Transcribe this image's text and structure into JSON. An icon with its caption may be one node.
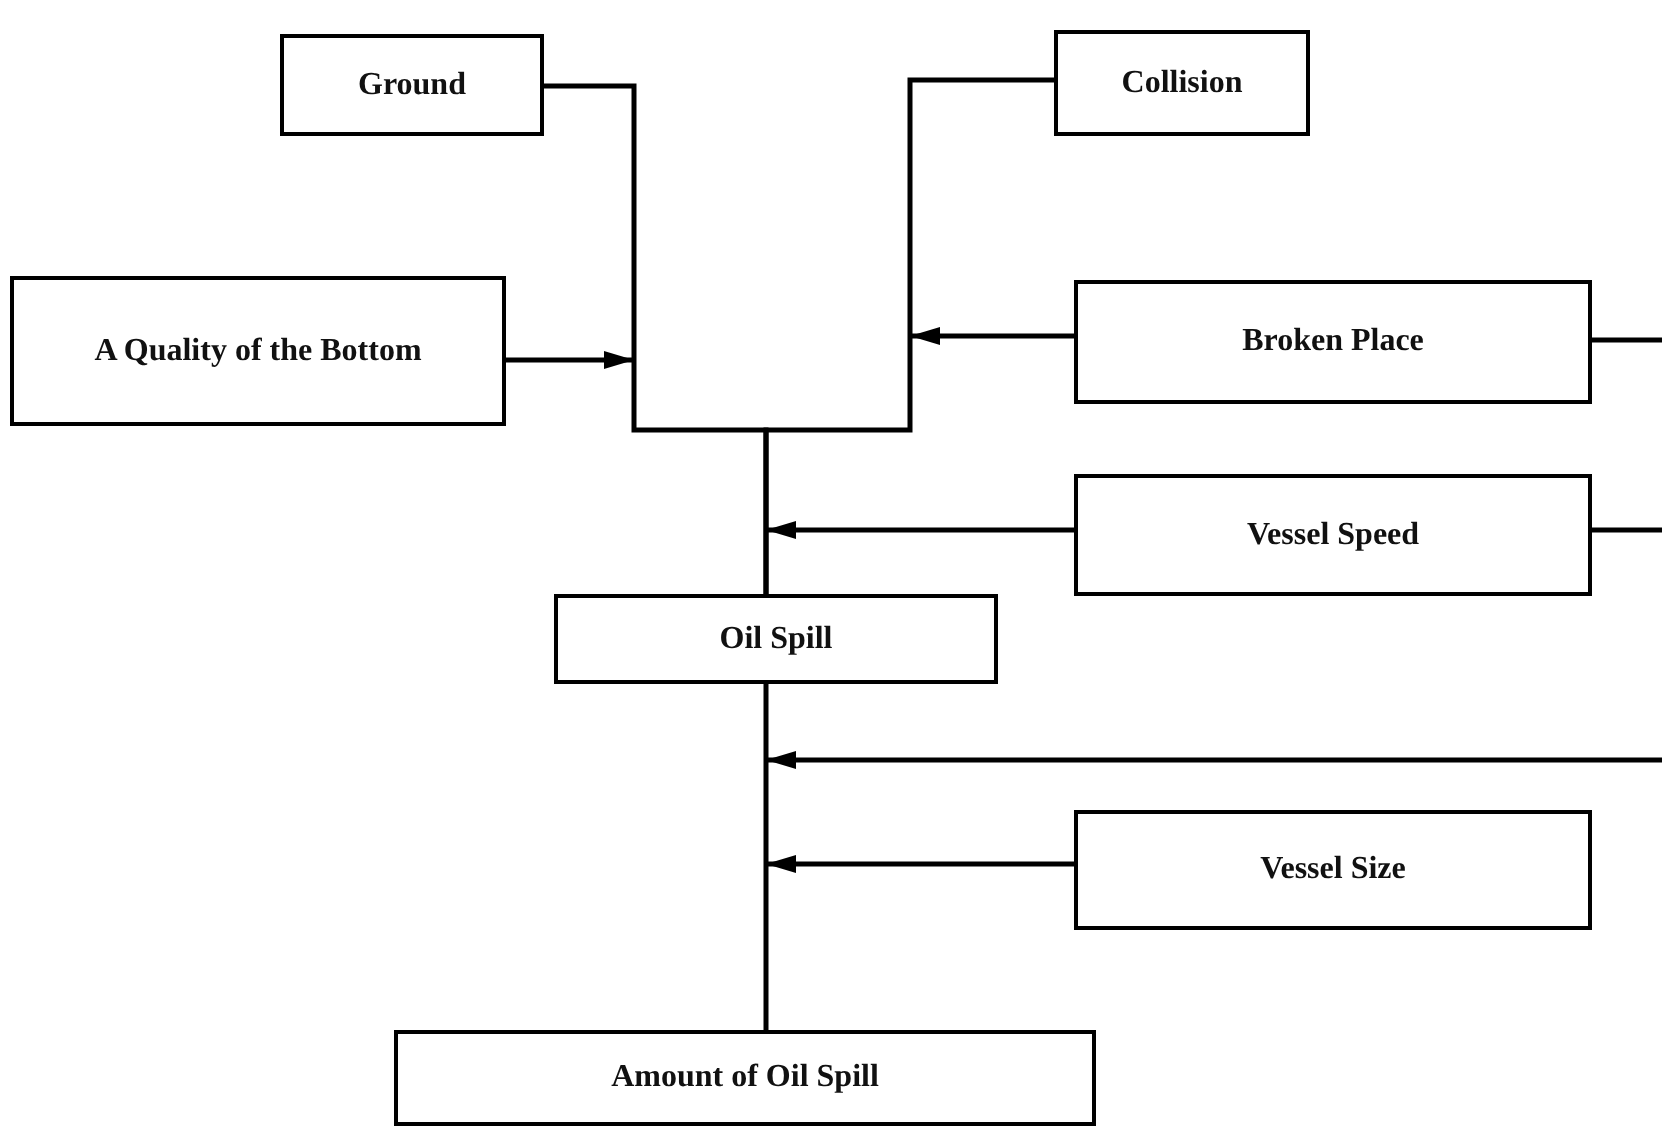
{
  "diagram": {
    "nodes": [
      {
        "text": [
          "Ground"
        ]
      },
      {
        "text": [
          "Collision"
        ]
      },
      {
        "text": [
          "A Quality of the Bottom"
        ]
      },
      {
        "text": [
          "Broken Place"
        ]
      },
      {
        "text": [
          "Vessel Speed"
        ]
      },
      {
        "text": [
          "Oil Spill"
        ]
      },
      {
        "text": [
          "Vessel Size"
        ]
      },
      {
        "text": [
          "Amount of Oil Spill"
        ]
      }
    ],
    "edges": [
      {
        "from": 0,
        "to": 5,
        "arrow": "none"
      },
      {
        "from": 1,
        "to": 5,
        "arrow": "none"
      },
      {
        "from": 2,
        "to": null,
        "arrow": "to"
      },
      {
        "from": 3,
        "to": null,
        "arrow": "to"
      },
      {
        "from": 4,
        "to": null,
        "arrow": "to"
      },
      {
        "from": 5,
        "to": 7,
        "arrow": "none"
      },
      {
        "from": 6,
        "to": null,
        "arrow": "to"
      },
      {
        "from": 3,
        "to": null,
        "arrow": "none"
      },
      {
        "from": 4,
        "to": null,
        "arrow": "none"
      }
    ]
  }
}
